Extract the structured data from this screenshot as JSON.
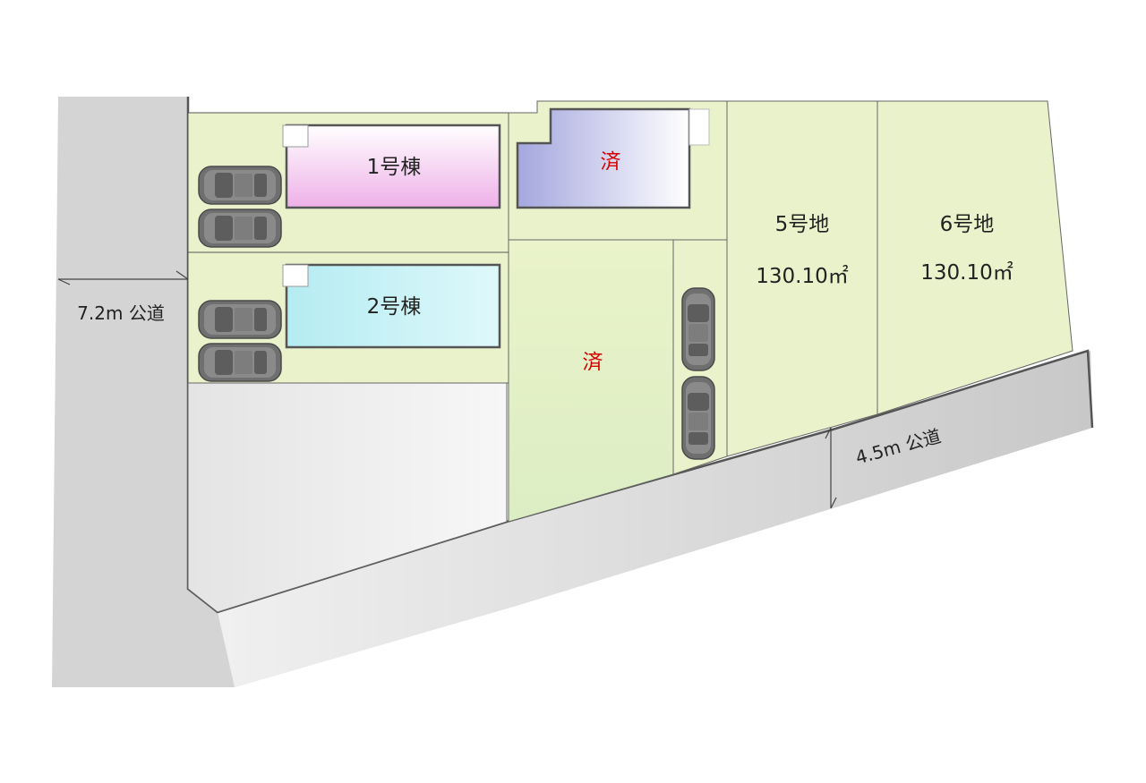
{
  "roads": {
    "west": {
      "label": "7.2m 公道"
    },
    "south": {
      "label": "4.5m 公道"
    }
  },
  "lots": {
    "house1": {
      "label": "1号棟"
    },
    "house2": {
      "label": "2号棟"
    },
    "sold_upper": {
      "label": "済"
    },
    "sold_lower": {
      "label": "済"
    },
    "lot5": {
      "label": "5号地",
      "area": "130.10㎡"
    },
    "lot6": {
      "label": "6号地",
      "area": "130.10㎡"
    }
  },
  "colors": {
    "road": "#d4d4d4",
    "lot": "#eaf2cc",
    "house1_fill": "#efb3e9",
    "house2_fill": "#b8eef3",
    "sold_building_fill": "#a8abe0",
    "sold_text": "#d40000",
    "car": "#7a7a7a"
  }
}
